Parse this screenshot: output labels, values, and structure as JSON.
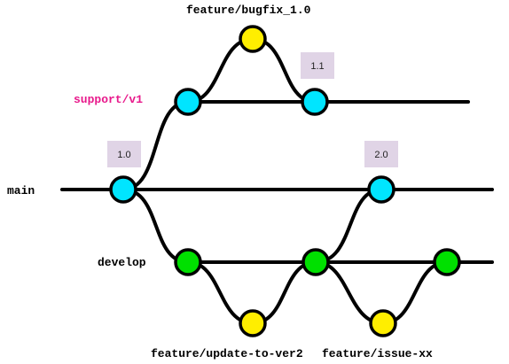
{
  "branches": {
    "main": "main",
    "develop": "develop",
    "support": "support/v1",
    "bugfix": "feature/bugfix_1.0",
    "update": "feature/update-to-ver2",
    "issue": "feature/issue-xx"
  },
  "tags": {
    "t10": "1.0",
    "t11": "1.1",
    "t20": "2.0"
  },
  "colors": {
    "line": "#000000",
    "cyan": "#00e5ff",
    "green": "#00e000",
    "yellow": "#ffee00",
    "tag_bg": "#e0d4e6",
    "support_label": "#e8198b"
  }
}
